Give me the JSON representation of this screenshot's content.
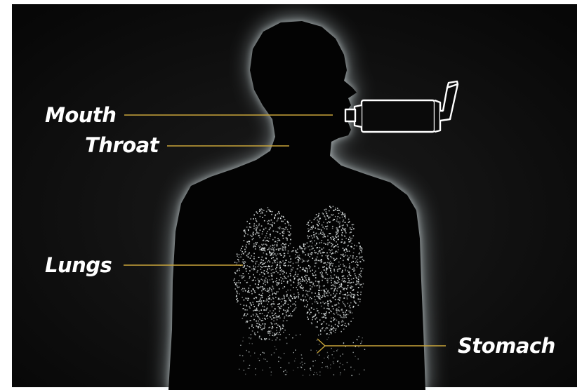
{
  "labels": {
    "mouth": "Mouth",
    "throat": "Throat",
    "lungs": "Lungs",
    "stomach": "Stomach"
  },
  "colors": {
    "background": "#0d0d0d",
    "silhouette": "#040404",
    "halo": "#cfe0e4",
    "leader_line": "#c9a53a",
    "inhaler": "#ffffff",
    "particles": "#e8eeee",
    "label_text": "#ffffff"
  },
  "icons": {
    "inhaler": "metered-dose-inhaler-icon"
  }
}
